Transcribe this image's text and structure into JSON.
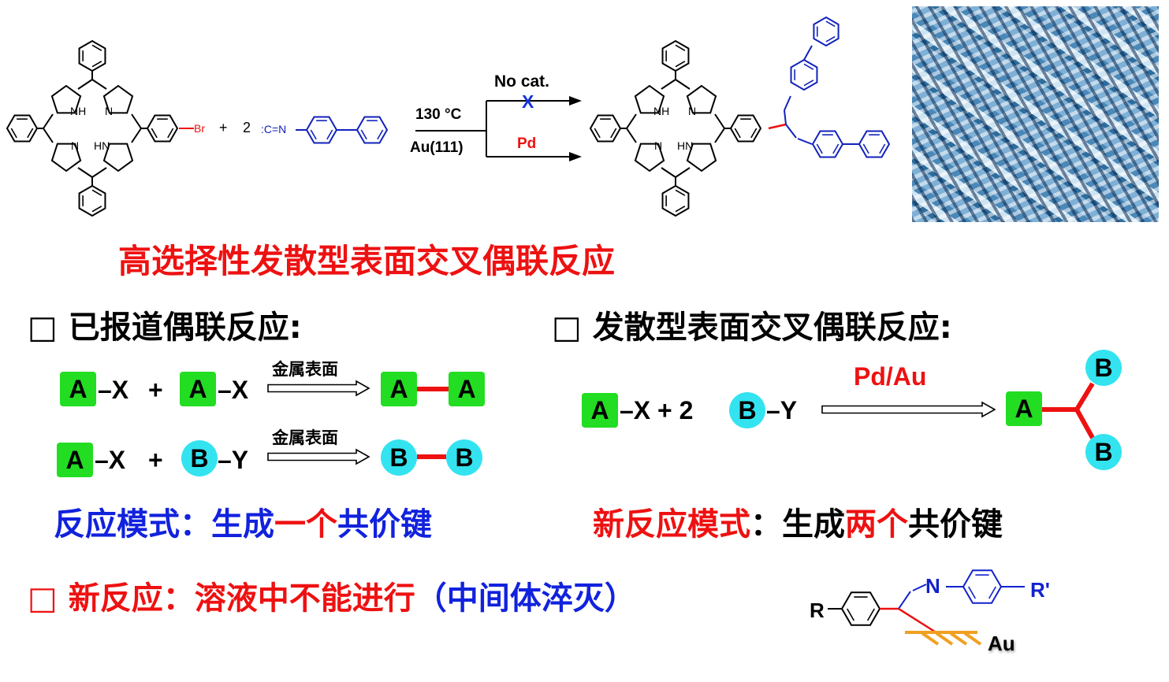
{
  "scheme": {
    "reactant_br": "Br",
    "plus": "+",
    "coeff": "2",
    "isocyanide": ":C=N",
    "nh": "NH",
    "n": "N",
    "hn": "HN",
    "cond_temp": "130 °C",
    "cond_surface": "Au(111)",
    "branch_nocat": "No cat.",
    "blocked_mark": "X",
    "branch_pd": "Pd"
  },
  "title": "高选择性发散型表面交叉偶联反应",
  "left_section": {
    "heading": "□ 已报道偶联反应:",
    "row1": {
      "a1": "A",
      "x1": "–X",
      "plus": "+",
      "a2": "A",
      "x2": "–X",
      "arrow_label": "金属表面",
      "p1": "A",
      "p2": "A"
    },
    "row2": {
      "a1": "A",
      "x1": "–X",
      "plus": "+",
      "b1": "B",
      "y1": "–Y",
      "arrow_label": "金属表面",
      "p1": "B",
      "p2": "B"
    },
    "mode": {
      "part1": "反应模式：生成",
      "part2": "一个",
      "part3": "共价键"
    }
  },
  "right_section": {
    "heading": "□ 发散型表面交叉偶联反应:",
    "eq": {
      "a": "A",
      "x": "–X + 2",
      "b": "B",
      "y": "–Y",
      "arrow_label": "Pd/Au",
      "pa": "A",
      "pb1": "B",
      "pb2": "B"
    },
    "mode": {
      "part1": "新反应模式",
      "part2": "：生成",
      "part3": "两个",
      "part4": "共价键"
    }
  },
  "bottom": {
    "part1": "□ 新反应：溶液中不能进行",
    "part2": "（中间体淬灭）",
    "r": "R",
    "n": "N",
    "r_prime": "R'",
    "au": "Au"
  },
  "colors": {
    "red": "#ee1111",
    "blue": "#1122dd",
    "green": "#22dd22",
    "cyan": "#33e3f0",
    "orange": "#f0a020"
  }
}
